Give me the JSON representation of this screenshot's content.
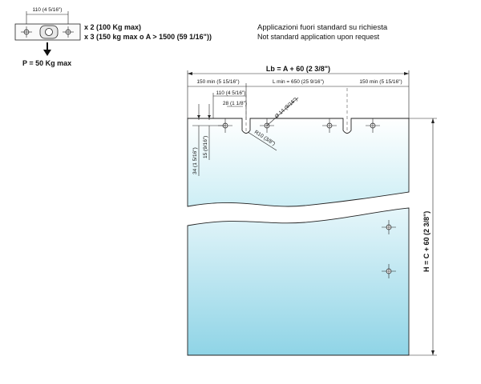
{
  "hardware": {
    "spacing": "110 (4  5/16\")",
    "qty_2": "x 2 (100 Kg max)",
    "qty_3": "x 3 (150 kg max o A > 1500 (59  1/16\"))",
    "load": "P = 50 Kg max"
  },
  "notice": {
    "italian": "Applicazioni fuori standard su richiesta",
    "english": "Not standard application upon request"
  },
  "dimensions": {
    "width_total": "Lb = A + 60 (2  3/8\")",
    "left_min": "150 min (5  15/16\")",
    "length_min": "L min = 650 (25  9/16\")",
    "right_min": "150 min (5  15/16\")",
    "bracket_spacing": "110 (4  5/16\")",
    "bracket_inner": "28 (1  1/8\")",
    "hole_diameter": "Ø 14 (9/16\")",
    "radius": "R10 (3/8\")",
    "edge_to_hole": "34 (1  5/16\")",
    "slot_depth": "15 (9/16\")",
    "height_total": "H = C + 60 (2  3/8\")"
  },
  "colors": {
    "glass_top": "#ffffff",
    "glass_bottom": "#8fd4e6",
    "outline": "#222222"
  }
}
